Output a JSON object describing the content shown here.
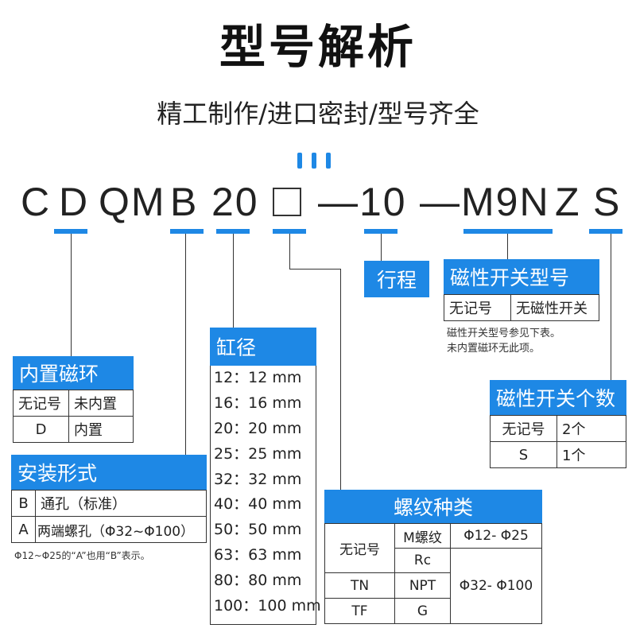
{
  "title": "型号解析",
  "subtitle": "精工制作/进口密封/型号齐全",
  "code": {
    "chars": [
      "C",
      "D",
      "QM",
      "B",
      "20",
      "—",
      "10",
      "—",
      "M9N",
      "Z",
      "S"
    ]
  },
  "stroke": {
    "label": "行程"
  },
  "switch_model": {
    "label": "磁性开关型号",
    "rows": [
      [
        "无记号",
        "无磁性开关"
      ]
    ],
    "notes": [
      "磁性开关型号参见下表。",
      "未内置磁环无此项。"
    ]
  },
  "magnet": {
    "label": "内置磁环",
    "rows": [
      [
        "无记号",
        "未内置"
      ],
      [
        "D",
        "内置"
      ]
    ]
  },
  "mount": {
    "label": "安装形式",
    "rows": [
      [
        "B",
        "通孔（标准）"
      ],
      [
        "A",
        "两端螺孔（Φ32~Φ100）"
      ]
    ],
    "note": "Φ12~Φ25的“A”也用“B”表示。"
  },
  "bore": {
    "label": "缸径",
    "rows": [
      "12：12 mm",
      "16：16 mm",
      "20：20 mm",
      "25：25 mm",
      "32：32 mm",
      "40：40 mm",
      "50：50 mm",
      "63：63 mm",
      "80：80 mm",
      "100：100 mm"
    ]
  },
  "switch_count": {
    "label": "磁性开关个数",
    "rows": [
      [
        "无记号",
        "2个"
      ],
      [
        "S",
        "1个"
      ]
    ]
  },
  "thread": {
    "label": "螺纹种类",
    "left": [
      "无记号",
      "TN",
      "TF"
    ],
    "mid": [
      "M螺纹",
      "Rc",
      "NPT",
      "G"
    ],
    "right": [
      "Φ12- Φ25",
      "Φ32- Φ100"
    ]
  },
  "colors": {
    "accent": "#1e88e5"
  }
}
